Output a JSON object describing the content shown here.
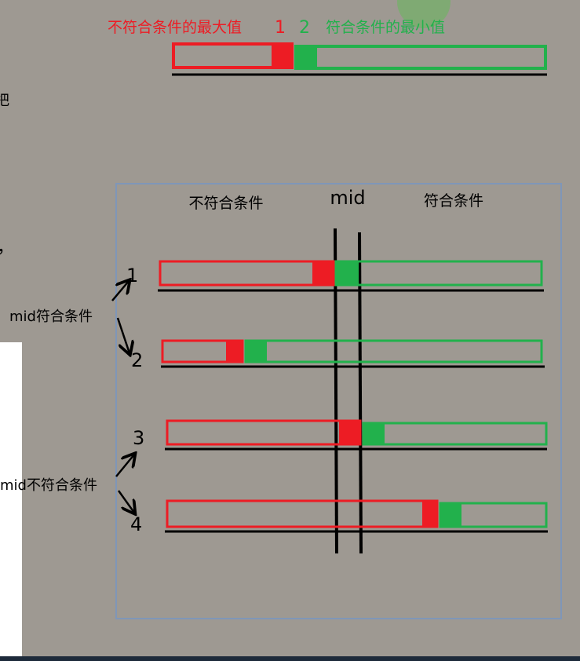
{
  "left_fragments": [
    "把",
    "，"
  ],
  "legend": {
    "red_label": "不符合条件的最大值",
    "red_number": "1",
    "green_number": "2",
    "green_label": "符合条件的最小值"
  },
  "panel": {
    "left_heading": "不符合条件",
    "mid_heading": "mid",
    "right_heading": "符合条件"
  },
  "rows": [
    {
      "number": "1"
    },
    {
      "number": "2"
    },
    {
      "number": "3"
    },
    {
      "number": "4"
    }
  ],
  "groups": {
    "mid_ok": "mid符合条件",
    "mid_not_ok": "mid不符合条件"
  },
  "colors": {
    "red": "#ed1c24",
    "green": "#22b14c",
    "background": "#9e9992",
    "panel_border": "#7f96b8"
  }
}
